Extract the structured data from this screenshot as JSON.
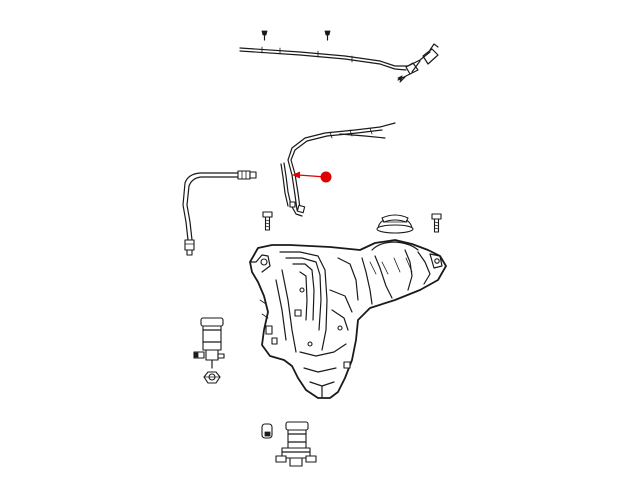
{
  "diagram": {
    "parts": [
      {
        "id": "upper-washer-hose",
        "icon": "hose-assembly-icon"
      },
      {
        "id": "push-pin-clips",
        "icon": "clip-icon"
      },
      {
        "id": "front-washer-hose",
        "icon": "hose-assembly-icon"
      },
      {
        "id": "outlet-tube",
        "icon": "tube-icon"
      },
      {
        "id": "mounting-bolts",
        "icon": "bolt-icon"
      },
      {
        "id": "reservoir-cap",
        "icon": "cap-icon"
      },
      {
        "id": "washer-reservoir",
        "icon": "reservoir-icon"
      },
      {
        "id": "washer-pump-front",
        "icon": "pump-icon"
      },
      {
        "id": "pump-grommet",
        "icon": "grommet-icon"
      },
      {
        "id": "washer-pump-rear",
        "icon": "pump-icon"
      }
    ],
    "callout": {
      "target": "front-washer-hose",
      "color": "#e00000"
    }
  }
}
